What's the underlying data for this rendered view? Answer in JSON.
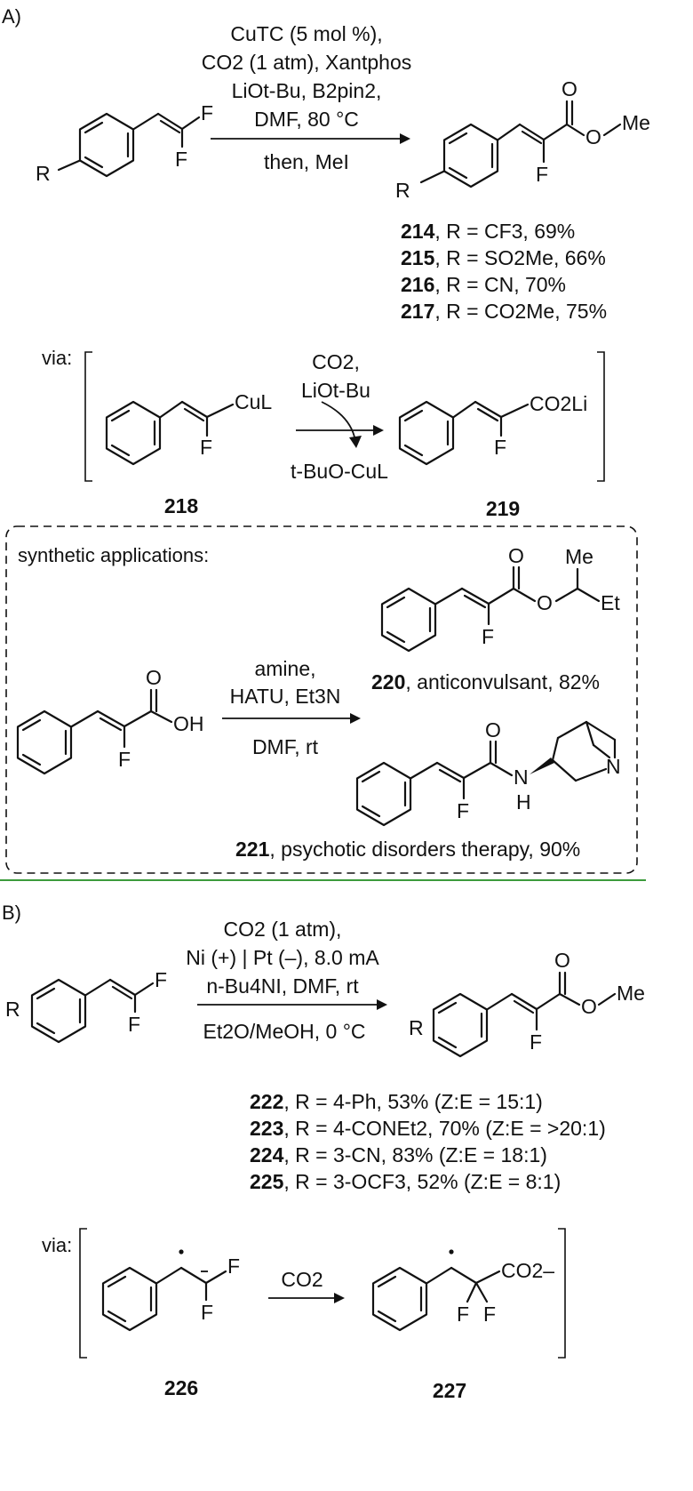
{
  "panel_a": {
    "label": "A)",
    "conditions": [
      "CuTC (5 mol %),",
      "CO2 (1 atm), Xantphos",
      "LiOt-Bu, B2pin2,",
      "DMF, 80 °C",
      "then, MeI"
    ],
    "products": [
      {
        "id": "214",
        "text": ", R = CF3, 69%"
      },
      {
        "id": "215",
        "text": ", R = SO2Me, 66%"
      },
      {
        "id": "216",
        "text": ", R = CN, 70%"
      },
      {
        "id": "217",
        "text": ", R = CO2Me, 75%"
      }
    ],
    "via_label": "via:",
    "mech_conditions": [
      "CO2,",
      "LiOt-Bu"
    ],
    "mech_byproduct": "t-BuO-CuL",
    "intermediates": [
      "218",
      "219"
    ],
    "applications": {
      "title": "synthetic applications:",
      "conditions": [
        "amine,",
        "HATU, Et3N",
        "DMF, rt"
      ],
      "product_220": {
        "id": "220",
        "text": ", anticonvulsant, 82%"
      },
      "product_221": {
        "id": "221",
        "text": ", psychotic disorders therapy, 90%"
      }
    }
  },
  "panel_b": {
    "label": "B)",
    "conditions": [
      "CO2 (1 atm),",
      "Ni (+) | Pt (–), 8.0 mA",
      "n-Bu4NI, DMF, rt",
      "Et2O/MeOH, 0 °C"
    ],
    "products": [
      {
        "id": "222",
        "text": ", R = 4-Ph, 53% (Z:E = 15:1)"
      },
      {
        "id": "223",
        "text": ", R = 4-CONEt2, 70% (Z:E = >20:1)"
      },
      {
        "id": "224",
        "text": ", R = 3-CN, 83% (Z:E = 18:1)"
      },
      {
        "id": "225",
        "text": ", R = 3-OCF3, 52% (Z:E = 8:1)"
      }
    ],
    "via_label": "via:",
    "mech_reagent": "CO2",
    "intermediates": [
      "226",
      "227"
    ]
  },
  "atoms": {
    "F": "F",
    "O": "O",
    "Me": "Me",
    "Et": "Et",
    "R": "R",
    "CuL": "CuL",
    "CO2Li": "CO2Li",
    "OH": "OH",
    "N": "N",
    "H": "H",
    "CO2minus": "CO2–"
  },
  "colors": {
    "divider": "#3c9b3c",
    "ink": "#111111"
  }
}
